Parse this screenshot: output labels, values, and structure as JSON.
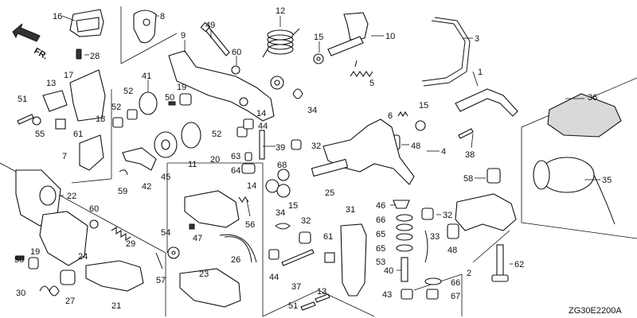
{
  "diagram": {
    "drawing_code": "ZG30E2200A",
    "direction_label": "FR.",
    "callouts": [
      {
        "label": "16"
      },
      {
        "label": "28"
      },
      {
        "label": "8"
      },
      {
        "label": "49"
      },
      {
        "label": "60"
      },
      {
        "label": "12"
      },
      {
        "label": "15"
      },
      {
        "label": "10"
      },
      {
        "label": "3"
      },
      {
        "label": "9"
      },
      {
        "label": "41"
      },
      {
        "label": "52"
      },
      {
        "label": "19"
      },
      {
        "label": "50"
      },
      {
        "label": "52"
      },
      {
        "label": "13"
      },
      {
        "label": "17"
      },
      {
        "label": "51"
      },
      {
        "label": "18"
      },
      {
        "label": "55"
      },
      {
        "label": "61"
      },
      {
        "label": "7"
      },
      {
        "label": "5"
      },
      {
        "label": "14"
      },
      {
        "label": "34"
      },
      {
        "label": "44"
      },
      {
        "label": "52"
      },
      {
        "label": "6"
      },
      {
        "label": "15"
      },
      {
        "label": "1"
      },
      {
        "label": "36"
      },
      {
        "label": "39"
      },
      {
        "label": "32"
      },
      {
        "label": "48"
      },
      {
        "label": "4"
      },
      {
        "label": "38"
      },
      {
        "label": "11"
      },
      {
        "label": "45"
      },
      {
        "label": "42"
      },
      {
        "label": "59"
      },
      {
        "label": "63"
      },
      {
        "label": "64"
      },
      {
        "label": "20"
      },
      {
        "label": "68"
      },
      {
        "label": "14"
      },
      {
        "label": "15"
      },
      {
        "label": "25"
      },
      {
        "label": "58"
      },
      {
        "label": "35"
      },
      {
        "label": "22"
      },
      {
        "label": "60"
      },
      {
        "label": "56"
      },
      {
        "label": "46"
      },
      {
        "label": "32"
      },
      {
        "label": "66"
      },
      {
        "label": "65"
      },
      {
        "label": "65"
      },
      {
        "label": "33"
      },
      {
        "label": "53"
      },
      {
        "label": "48"
      },
      {
        "label": "34"
      },
      {
        "label": "32"
      },
      {
        "label": "31"
      },
      {
        "label": "29"
      },
      {
        "label": "54"
      },
      {
        "label": "47"
      },
      {
        "label": "61"
      },
      {
        "label": "24"
      },
      {
        "label": "50"
      },
      {
        "label": "19"
      },
      {
        "label": "26"
      },
      {
        "label": "44"
      },
      {
        "label": "37"
      },
      {
        "label": "40"
      },
      {
        "label": "2"
      },
      {
        "label": "62"
      },
      {
        "label": "57"
      },
      {
        "label": "23"
      },
      {
        "label": "30"
      },
      {
        "label": "27"
      },
      {
        "label": "21"
      },
      {
        "label": "13"
      },
      {
        "label": "51"
      },
      {
        "label": "43"
      },
      {
        "label": "66"
      },
      {
        "label": "67"
      }
    ]
  }
}
